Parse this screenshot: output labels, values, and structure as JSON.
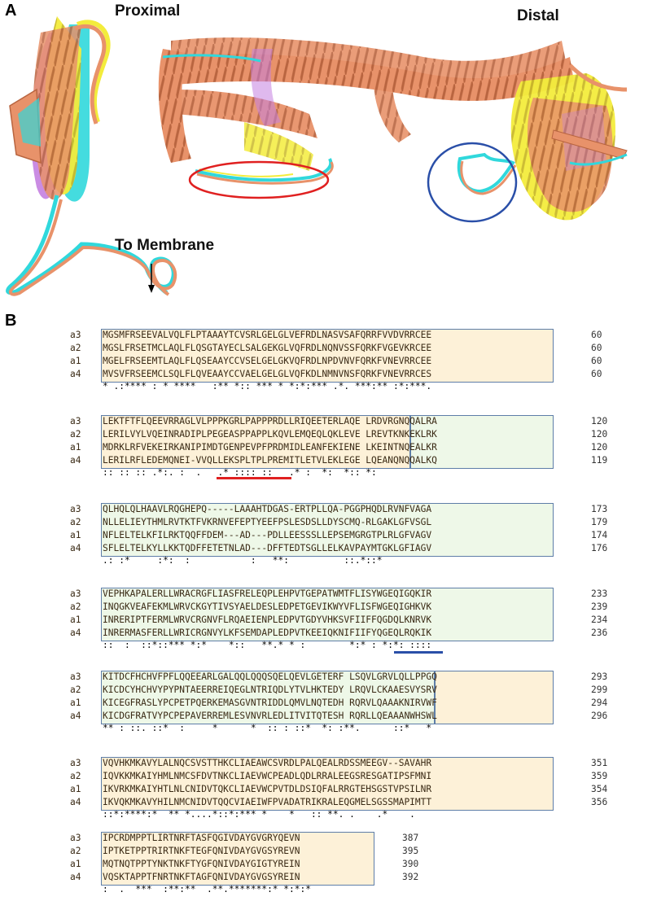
{
  "figure": {
    "panel_a_label": "A",
    "panel_b_label": "B",
    "labels": {
      "proximal": "Proximal",
      "distal": "Distal",
      "to_membrane": "To Membrane"
    },
    "colors": {
      "salmon": "#e8926a",
      "cyan": "#30d8dc",
      "yellow": "#f5f03a",
      "violet": "#c47fe0",
      "red_marker": "#e02020",
      "blue_marker": "#2a4fa8",
      "box_tan": "#fdf1d8",
      "box_green": "#eef8e8",
      "box_border": "#5e7ea8"
    }
  },
  "alignment": {
    "blocks": [
      {
        "rows": [
          {
            "name": "a3",
            "seq": "MGSMFRSEEVALVQLFLPTAAAYTCVSRLGELGLVEFRDLNASVSAFQRRFVVDVRRCEE",
            "num": "60"
          },
          {
            "name": "a2",
            "seq": "MGSLFRSETMCLAQLFLQSGTAYECLSALGEKGLVQFRDLNQNVSSFQRKFVGEVKRCEE",
            "num": "60"
          },
          {
            "name": "a1",
            "seq": "MGELFRSEEMTLAQLFLQSEAAYCCVSELGELGKVQFRDLNPDVNVFQRKFVNEVRRCEE",
            "num": "60"
          },
          {
            "name": "a4",
            "seq": "MVSVFRSEEMCLSQLFLQVEAAYCCVAELGELGLVQFKDLNMNVNSFQRKFVNEVRRCES",
            "num": "60"
          }
        ],
        "consensus": "* .:**** : * ****   :** *:: *** * *:*:*** .*. ***:** :*:***."
      },
      {
        "rows": [
          {
            "name": "a3",
            "seq": "LEKTFTFLQEEVRRAGLVLPPPKGRLPAPPPRDLLRIQEETERLAQE LRDVRGNQQALRA",
            "num": "120"
          },
          {
            "name": "a2",
            "seq": "LERILVYLVQEINRADIPLPEGEASPPAPPLKQVLEMQEQLQKLEVE LREVTKNKEKLRK",
            "num": "120"
          },
          {
            "name": "a1",
            "seq": "MDRKLRFVEKEIRKANIPIMDTGENPEVPFPRDMIDLEANFEKIENE LKEINTNQEALKR",
            "num": "120"
          },
          {
            "name": "a4",
            "seq": "LERILRFLEDEMQNEI-VVQLLEKSPLTPLPREMITLETVLEKLEGE LQEANQNQQALKQ",
            "num": "119"
          }
        ],
        "consensus": ":: :: :: .*:. :  .   .* :::: ::   .* :  *:  *:: *:"
      },
      {
        "rows": [
          {
            "name": "a3",
            "seq": "QLHQLQLHAAVLRQGHEPQ-----LAAAHTDGAS-ERTPLLQA-PGGPHQDLRVNFVAGA",
            "num": "173"
          },
          {
            "name": "a2",
            "seq": "NLLELIEYTHMLRVTKTFVKRNVEFEPTYEEFPSLESDSLLDYSCMQ-RLGAKLGFVSGL",
            "num": "179"
          },
          {
            "name": "a1",
            "seq": "NFLELTELKFILRKTQQFFDEM---AD---PDLLEESSSLLEPSEMGRGTPLRLGFVAGV",
            "num": "174"
          },
          {
            "name": "a4",
            "seq": "SFLELTELKYLLKKTQDFFETETNLAD---DFFTEDTSGLLELKAVPAYMTGKLGFIAGV",
            "num": "176"
          }
        ],
        "consensus": ".: :*     :*:  :           :   **:          ::.*::*"
      },
      {
        "rows": [
          {
            "name": "a3",
            "seq": "VEPHKAPALERLLWRACRGFLIASFRELEQPLEHPVTGEPATWMTFLISYWGEQIGQKIR",
            "num": "233"
          },
          {
            "name": "a2",
            "seq": "INQGKVEAFEKMLWRVCKGYTIVSYAELDESLEDPETGEVIKWYVFLISFWGEQIGHKVK",
            "num": "239"
          },
          {
            "name": "a1",
            "seq": "INRERIPTFERMLWRVCRGNVFLRQAEIENPLEDPVTGDYVHKSVFIIFFQGDQLKNRVK",
            "num": "234"
          },
          {
            "name": "a4",
            "seq": "INRERMASFERLLWRICRGNVYLKFSEMDAPLEDPVTKEEIQKNIFIIFYQGEQLRQKIK",
            "num": "236"
          }
        ],
        "consensus": "::  :  ::*::*** *:*    *::   **.* * :        *:* : *:*: ::::"
      },
      {
        "rows": [
          {
            "name": "a3",
            "seq": "KITDCFHCHVFPFLQQEEARLGALQQLQQQSQELQEVLGETERF LSQVLGRVLQLLPPGQ",
            "num": "293"
          },
          {
            "name": "a2",
            "seq": "KICDCYHCHVYPYPNTAEERREIQEGLNTRIQDLYTVLHKTEDY LRQVLCKAAESVYSRV",
            "num": "299"
          },
          {
            "name": "a1",
            "seq": "KICEGFRASLYPCPETPQERKEMASGVNTRIDDLQMVLNQTEDH RQRVLQAAAKNIRVWF",
            "num": "294"
          },
          {
            "name": "a4",
            "seq": "KICDGFRATVYPCPEPAVERREMLESVNVRLEDLITVITQTESH RQRLLQEAAANWHSWL",
            "num": "296"
          }
        ],
        "consensus": "** : ::. ::*  :     *      *  :: : ::*  *: :**.      ::*   *"
      },
      {
        "rows": [
          {
            "name": "a3",
            "seq": "VQVHKMKAVYLALNQCSVSTTHKCLIAEAWCSVRDLPALQEALRDSSMEEGV--SAVAHR",
            "num": "351"
          },
          {
            "name": "a2",
            "seq": "IQVKKMKAIYHMLNMCSFDVTNKCLIAEVWCPEADLQDLRRALEEGSRESGATIPSFMNI",
            "num": "359"
          },
          {
            "name": "a1",
            "seq": "IKVRKMKAIYHTLNLCNIDVTQKCLIAEVWCPVTDLDSIQFALRRGTEHSGSTVPSILNR",
            "num": "354"
          },
          {
            "name": "a4",
            "seq": "IKVQKMKAVYHILNMCNIDVTQQCVIAEIWFPVADATRIKRALEQGMELSGSSMAPIMTT",
            "num": "356"
          }
        ],
        "consensus": "::*:****:*  ** *....*::*:*** *    *   :: **. .    .*    ."
      },
      {
        "rows": [
          {
            "name": "a3",
            "seq": "IPCRDMPPTLIRTNRFTASFQGIVDAYGVGRYQEVN",
            "num": "387"
          },
          {
            "name": "a2",
            "seq": "IPTKETPPTRIRTNKFTEGFQNIVDAYGVGSYREVN",
            "num": "395"
          },
          {
            "name": "a1",
            "seq": "MQTNQTPPTYNKTNKFTYGFQNIVDAYGIGTYREIN",
            "num": "390"
          },
          {
            "name": "a4",
            "seq": "VQSKTAPPTFNRTNKFTAGFQNIVDAYGVGSYREIN",
            "num": "392"
          }
        ],
        "consensus": ":  .  ***  :**:**  .**.*******:* *:*:*"
      }
    ]
  }
}
